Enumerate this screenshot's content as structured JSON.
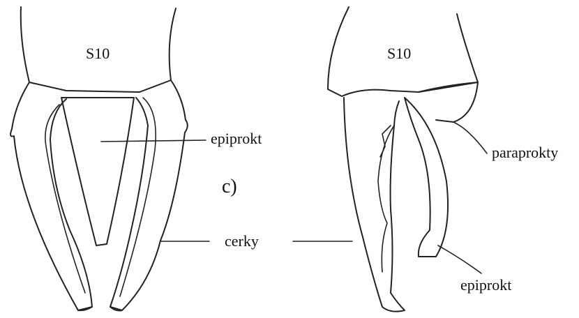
{
  "labels": {
    "left_segment": "S10",
    "right_segment": "S10",
    "epiproct_left": "epiprokt",
    "panel": "c)",
    "cerci": "cerky",
    "paraprocts": "paraprokty",
    "epiproct_right": "epiprokt"
  }
}
